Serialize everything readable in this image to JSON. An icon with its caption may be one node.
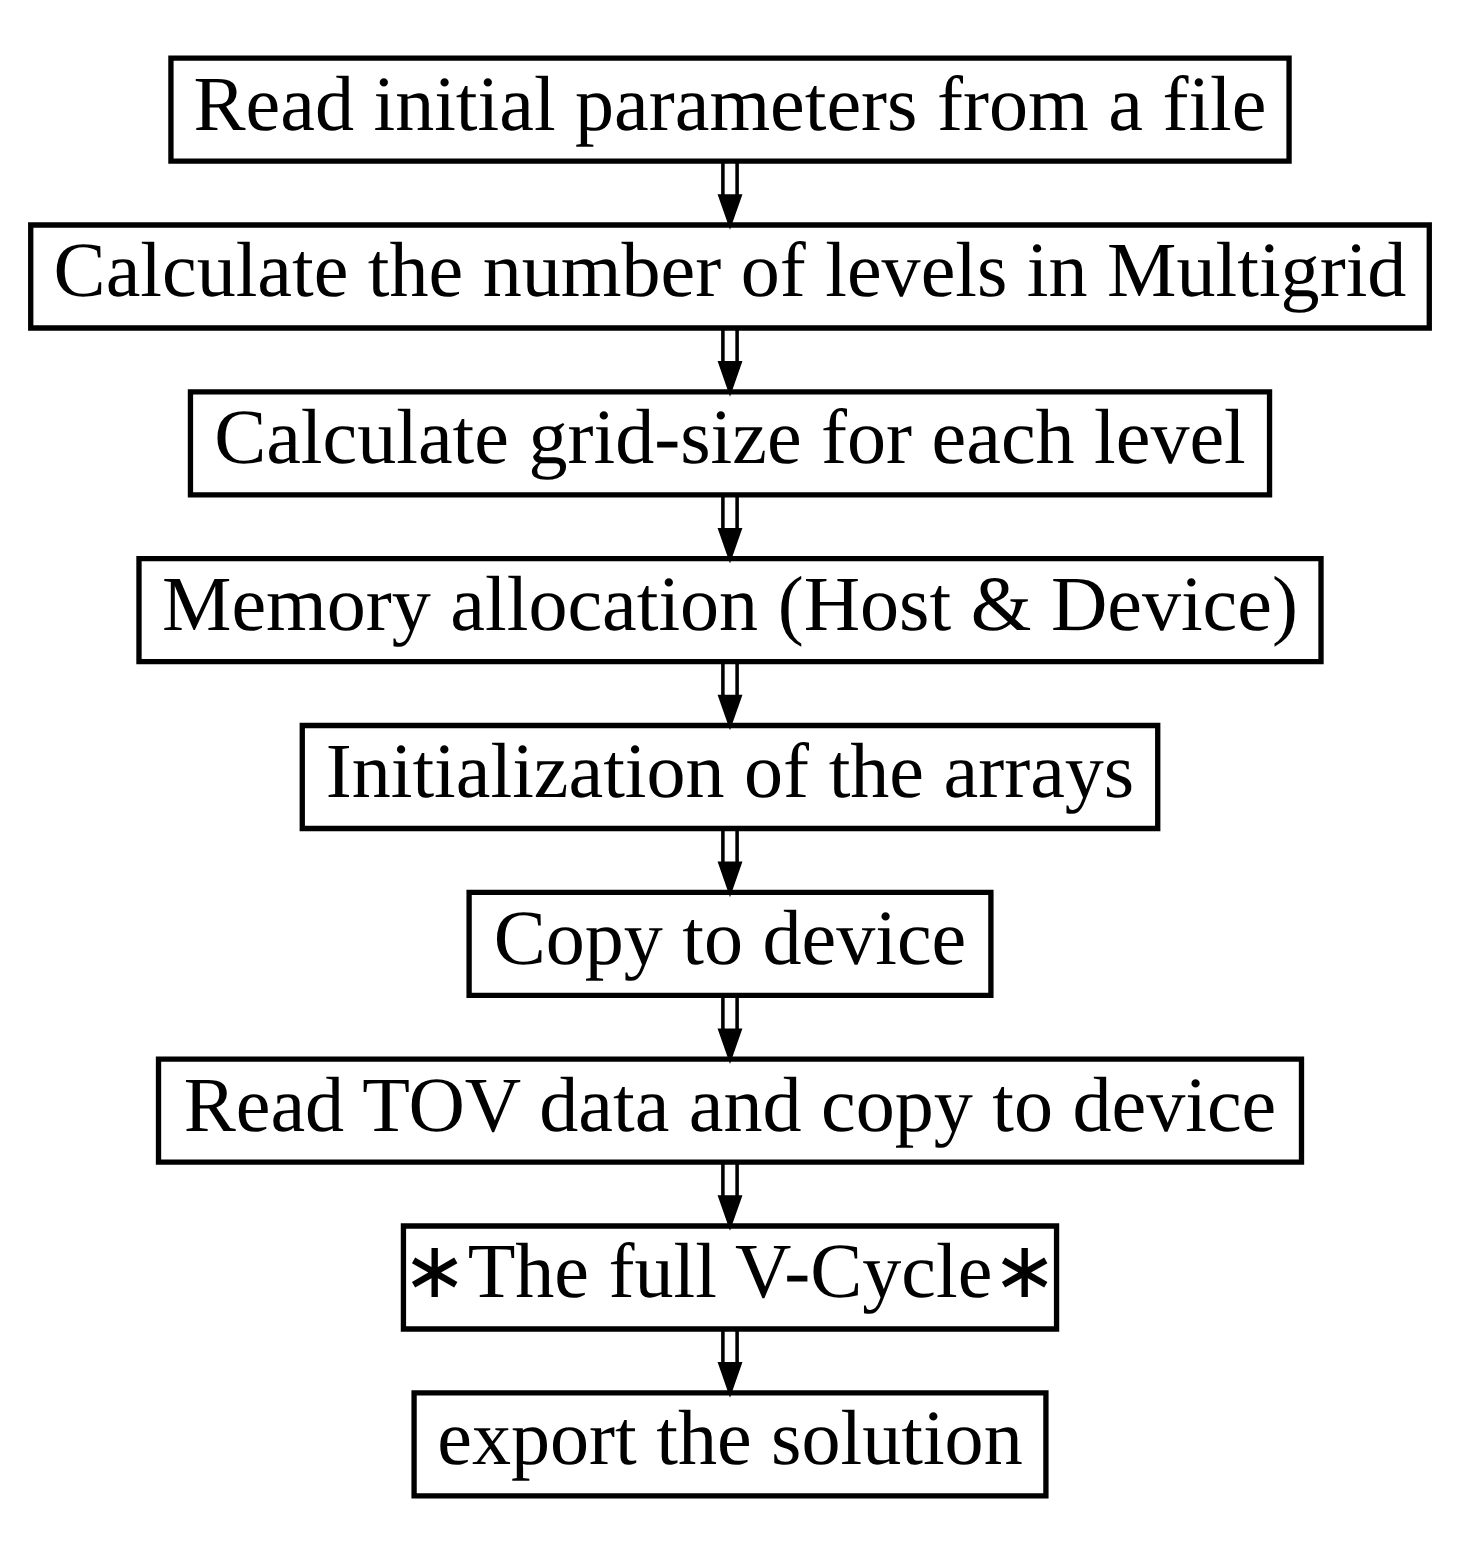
{
  "diagram": {
    "nodes": [
      {
        "text": [
          "Read initial parameters from a file"
        ]
      },
      {
        "text": [
          "Calculate the number of levels in Multigrid"
        ]
      },
      {
        "text": [
          "Calculate grid-size for each level"
        ]
      },
      {
        "text": [
          "Memory allocation (Host & Device)"
        ]
      },
      {
        "text": [
          "Initialization of the arrays"
        ]
      },
      {
        "text": [
          "Copy to device"
        ]
      },
      {
        "text": [
          "Read TOV data and copy to device"
        ]
      },
      {
        "text": [
          "∗The full V-Cycle∗"
        ]
      },
      {
        "text": [
          "export the solution"
        ]
      }
    ],
    "edges": [
      {
        "from": 0,
        "to": 1,
        "arrow": "to"
      },
      {
        "from": 1,
        "to": 2,
        "arrow": "to"
      },
      {
        "from": 2,
        "to": 3,
        "arrow": "to"
      },
      {
        "from": 3,
        "to": 4,
        "arrow": "to"
      },
      {
        "from": 4,
        "to": 5,
        "arrow": "to"
      },
      {
        "from": 5,
        "to": 6,
        "arrow": "to"
      },
      {
        "from": 6,
        "to": 7,
        "arrow": "to"
      },
      {
        "from": 7,
        "to": 8,
        "arrow": "to"
      }
    ]
  }
}
